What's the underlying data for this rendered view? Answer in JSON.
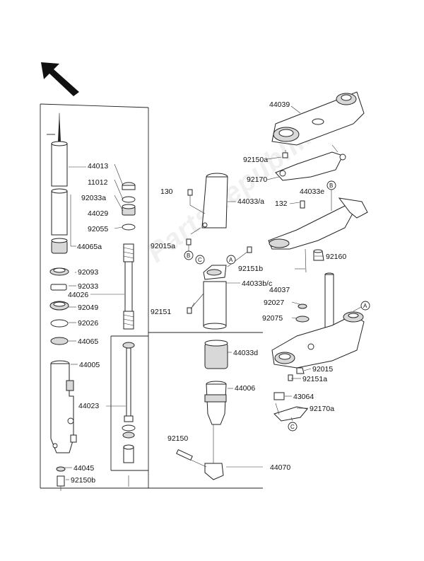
{
  "labels": {
    "p44039": "44039",
    "p92150a": "92150a",
    "p92170": "92170",
    "p44033e": "44033e",
    "p132": "132",
    "p130": "130",
    "p44033a": "44033/a",
    "p44013": "44013",
    "p11012": "11012",
    "p92033a": "92033a",
    "p44029": "44029",
    "p92055": "92055",
    "p44065a": "44065a",
    "p92015a": "92015a",
    "p92151b": "92151b",
    "p92160": "92160",
    "p92093": "92093",
    "p92033": "92033",
    "p44026": "44026",
    "p44033bc": "44033b/c",
    "p44037": "44037",
    "p92049": "92049",
    "p92151": "92151",
    "p92027": "92027",
    "p92026": "92026",
    "p92075": "92075",
    "p44065": "44065",
    "p44033d": "44033d",
    "p44005": "44005",
    "p92015": "92015",
    "p92151a": "92151a",
    "p44006": "44006",
    "p44023": "44023",
    "p43064": "43064",
    "p92170a": "92170a",
    "p92150": "92150",
    "p44070": "44070",
    "p44045": "44045",
    "p92150b": "92150b"
  },
  "markers": {
    "a1": "A",
    "a2": "A",
    "b1": "B",
    "b2": "B",
    "c1": "C",
    "c2": "C"
  },
  "icons": {
    "front_direction": "arrow-up-left-icon"
  },
  "watermark": "PartsRepublik"
}
